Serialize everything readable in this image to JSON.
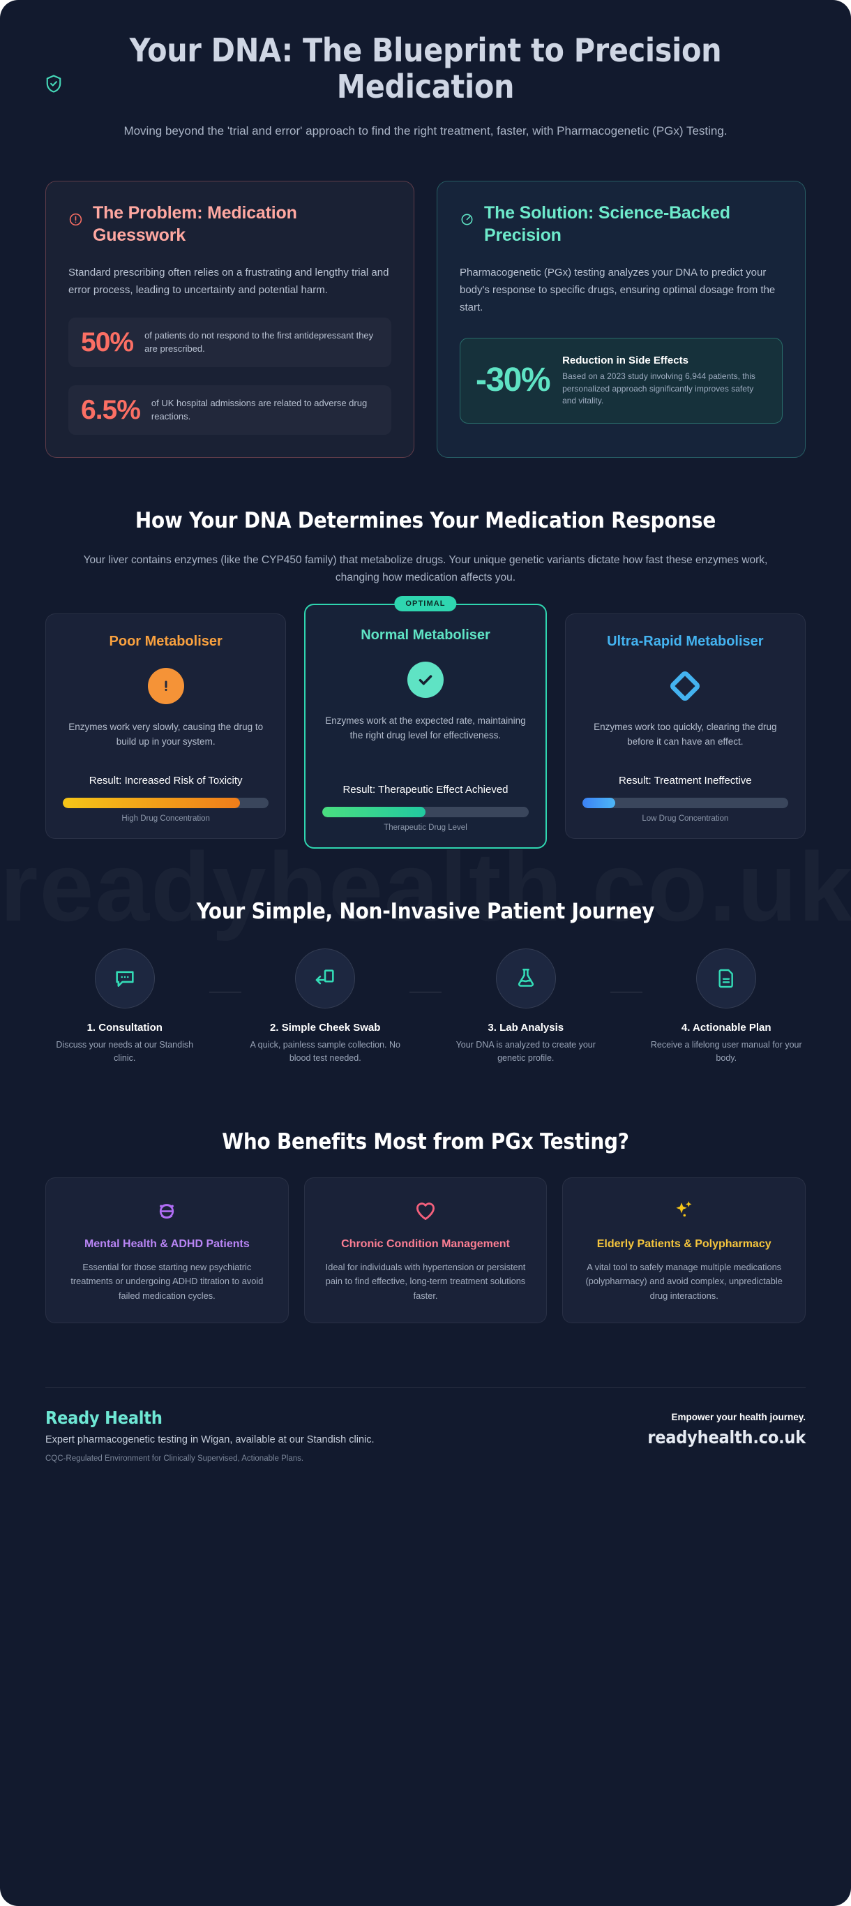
{
  "hero": {
    "shield_icon": "shield-check-icon",
    "title": "Your DNA: The Blueprint to Precision Medication",
    "subtitle": "Moving beyond the 'trial and error' approach to find the right treatment, faster, with Pharmacogenetic (PGx) Testing."
  },
  "watermark": "readyhealth.co.uk",
  "problem": {
    "icon": "alert-circle-icon",
    "title": "The Problem: Medication Guesswork",
    "body": "Standard prescribing often relies on a frustrating and lengthy trial and error process, leading to uncertainty and potential harm.",
    "accent": "#fb6f64",
    "stats": [
      {
        "value": "50%",
        "text": "of patients do not respond to the first antidepressant they are prescribed."
      },
      {
        "value": "6.5%",
        "text": "of UK hospital admissions are related to adverse drug reactions."
      }
    ]
  },
  "solution": {
    "icon": "target-circle-icon",
    "title": "The Solution: Science-Backed Precision",
    "body": "Pharmacogenetic (PGx) testing analyzes your DNA to predict your body's response to specific drugs, ensuring optimal dosage from the start.",
    "accent": "#5fe3c4",
    "stat": {
      "value": "-30%",
      "title": "Reduction in Side Effects",
      "detail": "Based on a 2023 study involving 6,944 patients, this personalized approach significantly improves safety and vitality."
    }
  },
  "metabolism": {
    "heading": "How Your DNA Determines Your Medication Response",
    "subheading": "Your liver contains enzymes (like the CYP450 family) that metabolize drugs. Your unique genetic variants dictate how fast these enzymes work, changing how medication affects you.",
    "cards": [
      {
        "title": "Poor Metaboliser",
        "icon": "exclamation-circle-icon",
        "desc": "Enzymes work very slowly, causing the drug to build up in your system.",
        "result": "Result: Increased Risk of Toxicity",
        "bar_label": "High Drug Concentration",
        "bar_percent": 86,
        "color": "#f59337",
        "badge": null
      },
      {
        "title": "Normal Metaboliser",
        "icon": "check-circle-icon",
        "desc": "Enzymes work at the expected rate, maintaining the right drug level for effectiveness.",
        "result": "Result: Therapeutic Effect Achieved",
        "bar_label": "Therapeutic Drug Level",
        "bar_percent": 50,
        "color": "#5fe3c4",
        "badge": "OPTIMAL"
      },
      {
        "title": "Ultra-Rapid Metaboliser",
        "icon": "diamond-outline-icon",
        "desc": "Enzymes work too quickly, clearing the drug before it can have an effect.",
        "result": "Result: Treatment Ineffective",
        "bar_label": "Low Drug Concentration",
        "bar_percent": 16,
        "color": "#44b3f0",
        "badge": null
      }
    ]
  },
  "journey": {
    "heading": "Your Simple, Non-Invasive Patient Journey",
    "steps": [
      {
        "icon": "chat-bubble-icon",
        "title": "1. Consultation",
        "desc": "Discuss your needs at our Standish clinic."
      },
      {
        "icon": "swab-sample-icon",
        "title": "2. Simple Cheek Swab",
        "desc": "A quick, painless sample collection. No blood test needed."
      },
      {
        "icon": "flask-icon",
        "title": "3. Lab Analysis",
        "desc": "Your DNA is analyzed to create your genetic profile."
      },
      {
        "icon": "document-icon",
        "title": "4. Actionable Plan",
        "desc": "Receive a lifelong user manual for your body."
      }
    ]
  },
  "benefits": {
    "heading": "Who Benefits Most from PGx Testing?",
    "cards": [
      {
        "icon": "brain-circle-icon",
        "title": "Mental Health & ADHD Patients",
        "desc": "Essential for those starting new psychiatric treatments or undergoing ADHD titration to avoid failed medication cycles.",
        "color": "#b985f5"
      },
      {
        "icon": "heart-icon",
        "title": "Chronic Condition Management",
        "desc": "Ideal for individuals with hypertension or persistent pain to find effective, long-term treatment solutions faster.",
        "color": "#fb7e93"
      },
      {
        "icon": "sparkles-icon",
        "title": "Elderly Patients & Polypharmacy",
        "desc": "A vital tool to safely manage multiple medications (polypharmacy) and avoid complex, unpredictable drug interactions.",
        "color": "#f5c53d"
      }
    ]
  },
  "footer": {
    "brand": "Ready Health",
    "tagline": "Expert pharmacogenetic testing in Wigan, available at our Standish clinic.",
    "note": "CQC-Regulated Environment for Clinically Supervised, Actionable Plans.",
    "cta": "Empower your health journey.",
    "url": "readyhealth.co.uk"
  }
}
